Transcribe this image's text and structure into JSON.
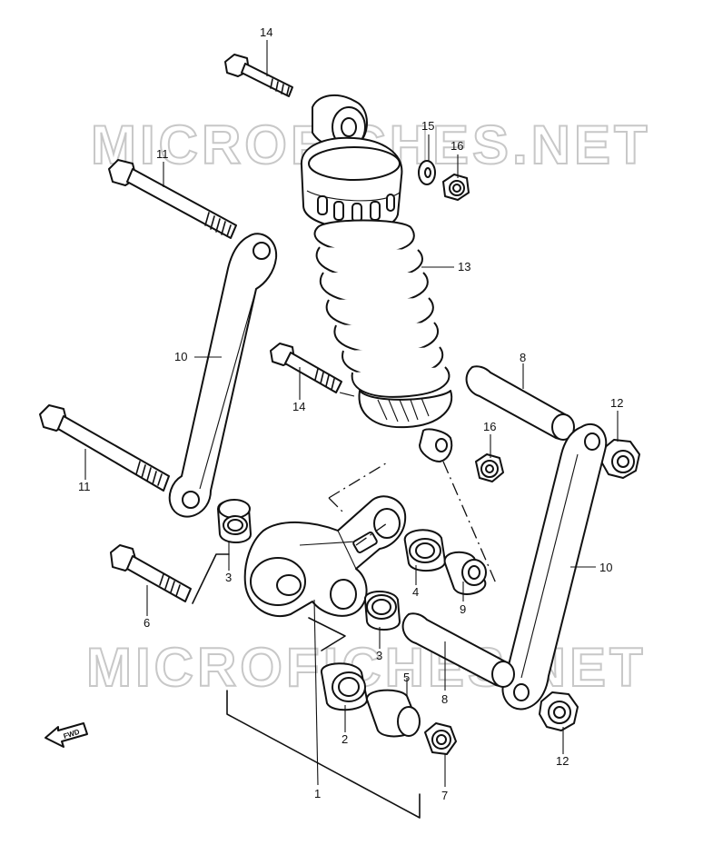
{
  "watermark": {
    "top": "MICROFICHES.NET",
    "bottom": "MICROFICHES.NET"
  },
  "fwd_badge": "FWD",
  "callouts": [
    {
      "id": "c14a",
      "label": "14"
    },
    {
      "id": "c15",
      "label": "15"
    },
    {
      "id": "c16a",
      "label": "16"
    },
    {
      "id": "c11a",
      "label": "11"
    },
    {
      "id": "c13",
      "label": "13"
    },
    {
      "id": "c10a",
      "label": "10"
    },
    {
      "id": "c14b",
      "label": "14"
    },
    {
      "id": "c8a",
      "label": "8"
    },
    {
      "id": "c12a",
      "label": "12"
    },
    {
      "id": "c16b",
      "label": "16"
    },
    {
      "id": "c11b",
      "label": "11"
    },
    {
      "id": "c10b",
      "label": "10"
    },
    {
      "id": "c3a",
      "label": "3"
    },
    {
      "id": "c4",
      "label": "4"
    },
    {
      "id": "c9",
      "label": "9"
    },
    {
      "id": "c6",
      "label": "6"
    },
    {
      "id": "c3b",
      "label": "3"
    },
    {
      "id": "c5",
      "label": "5"
    },
    {
      "id": "c8b",
      "label": "8"
    },
    {
      "id": "c2",
      "label": "2"
    },
    {
      "id": "c12b",
      "label": "12"
    },
    {
      "id": "c7",
      "label": "7"
    },
    {
      "id": "c1",
      "label": "1"
    }
  ]
}
